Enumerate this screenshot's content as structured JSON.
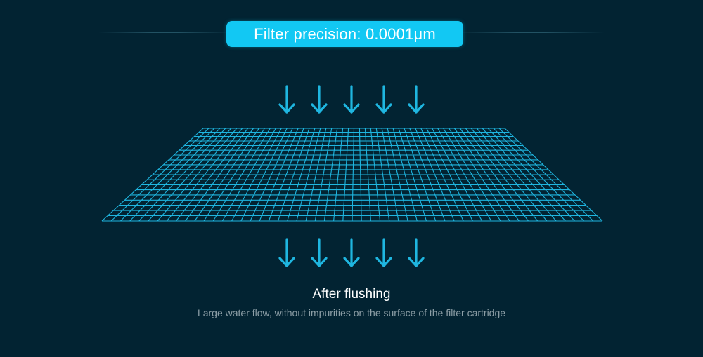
{
  "header": {
    "badge_text": "Filter precision: 0.0001μm"
  },
  "colors": {
    "background": "#022332",
    "accent": "#12c8f3",
    "mesh_line": "#1fb6e0",
    "text_primary": "#ffffff",
    "text_secondary": "#8c9ea6"
  },
  "icons": {
    "flow_arrow": "arrow-down-icon"
  },
  "caption": {
    "title": "After flushing",
    "subtitle": "Large water flow, without impurities on the surface of the filter cartridge"
  }
}
